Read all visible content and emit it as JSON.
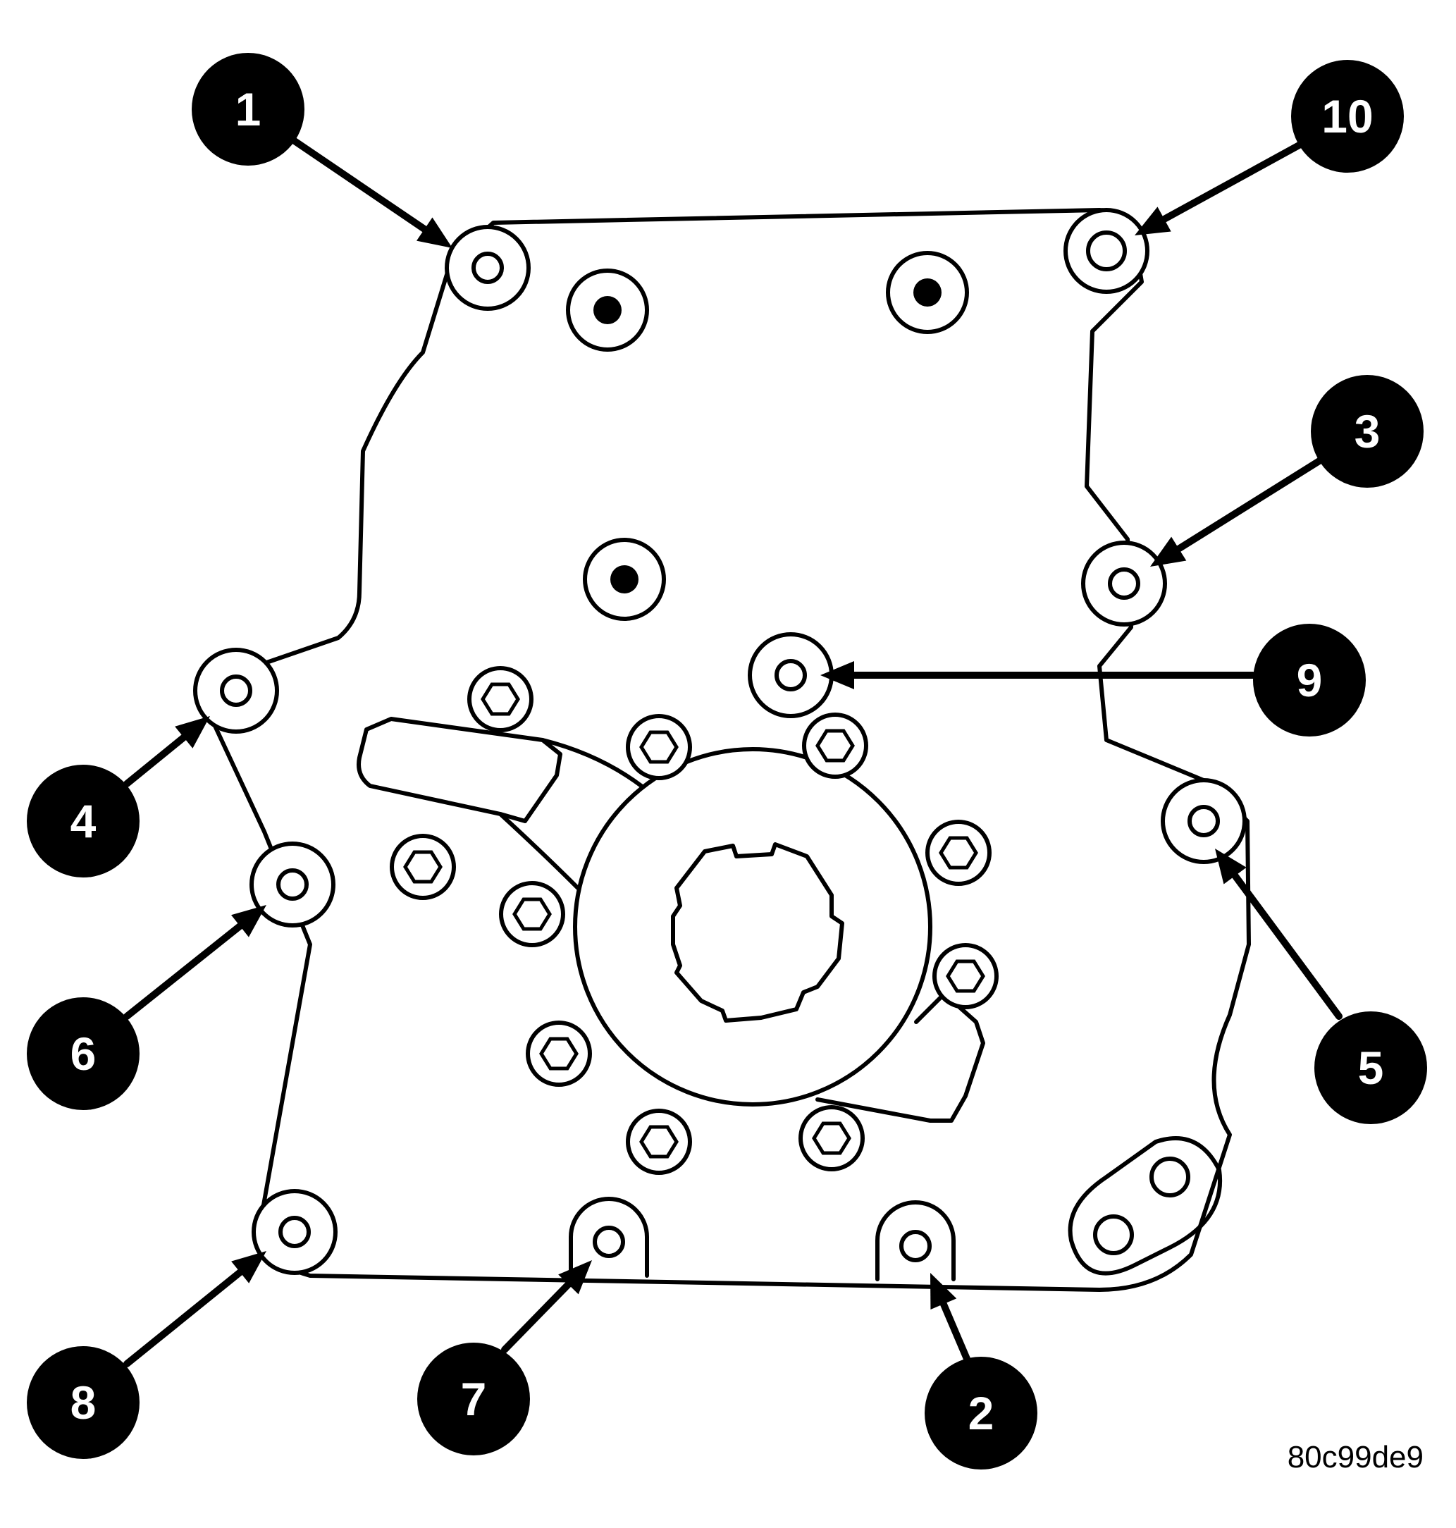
{
  "callouts": [
    {
      "id": "c1",
      "label": "1"
    },
    {
      "id": "c2",
      "label": "2"
    },
    {
      "id": "c3",
      "label": "3"
    },
    {
      "id": "c4",
      "label": "4"
    },
    {
      "id": "c5",
      "label": "5"
    },
    {
      "id": "c6",
      "label": "6"
    },
    {
      "id": "c7",
      "label": "7"
    },
    {
      "id": "c8",
      "label": "8"
    },
    {
      "id": "c9",
      "label": "9"
    },
    {
      "id": "c10",
      "label": "10"
    }
  ],
  "figure_code": "80c99de9",
  "colors": {
    "ink": "#000000",
    "paper": "#ffffff"
  }
}
